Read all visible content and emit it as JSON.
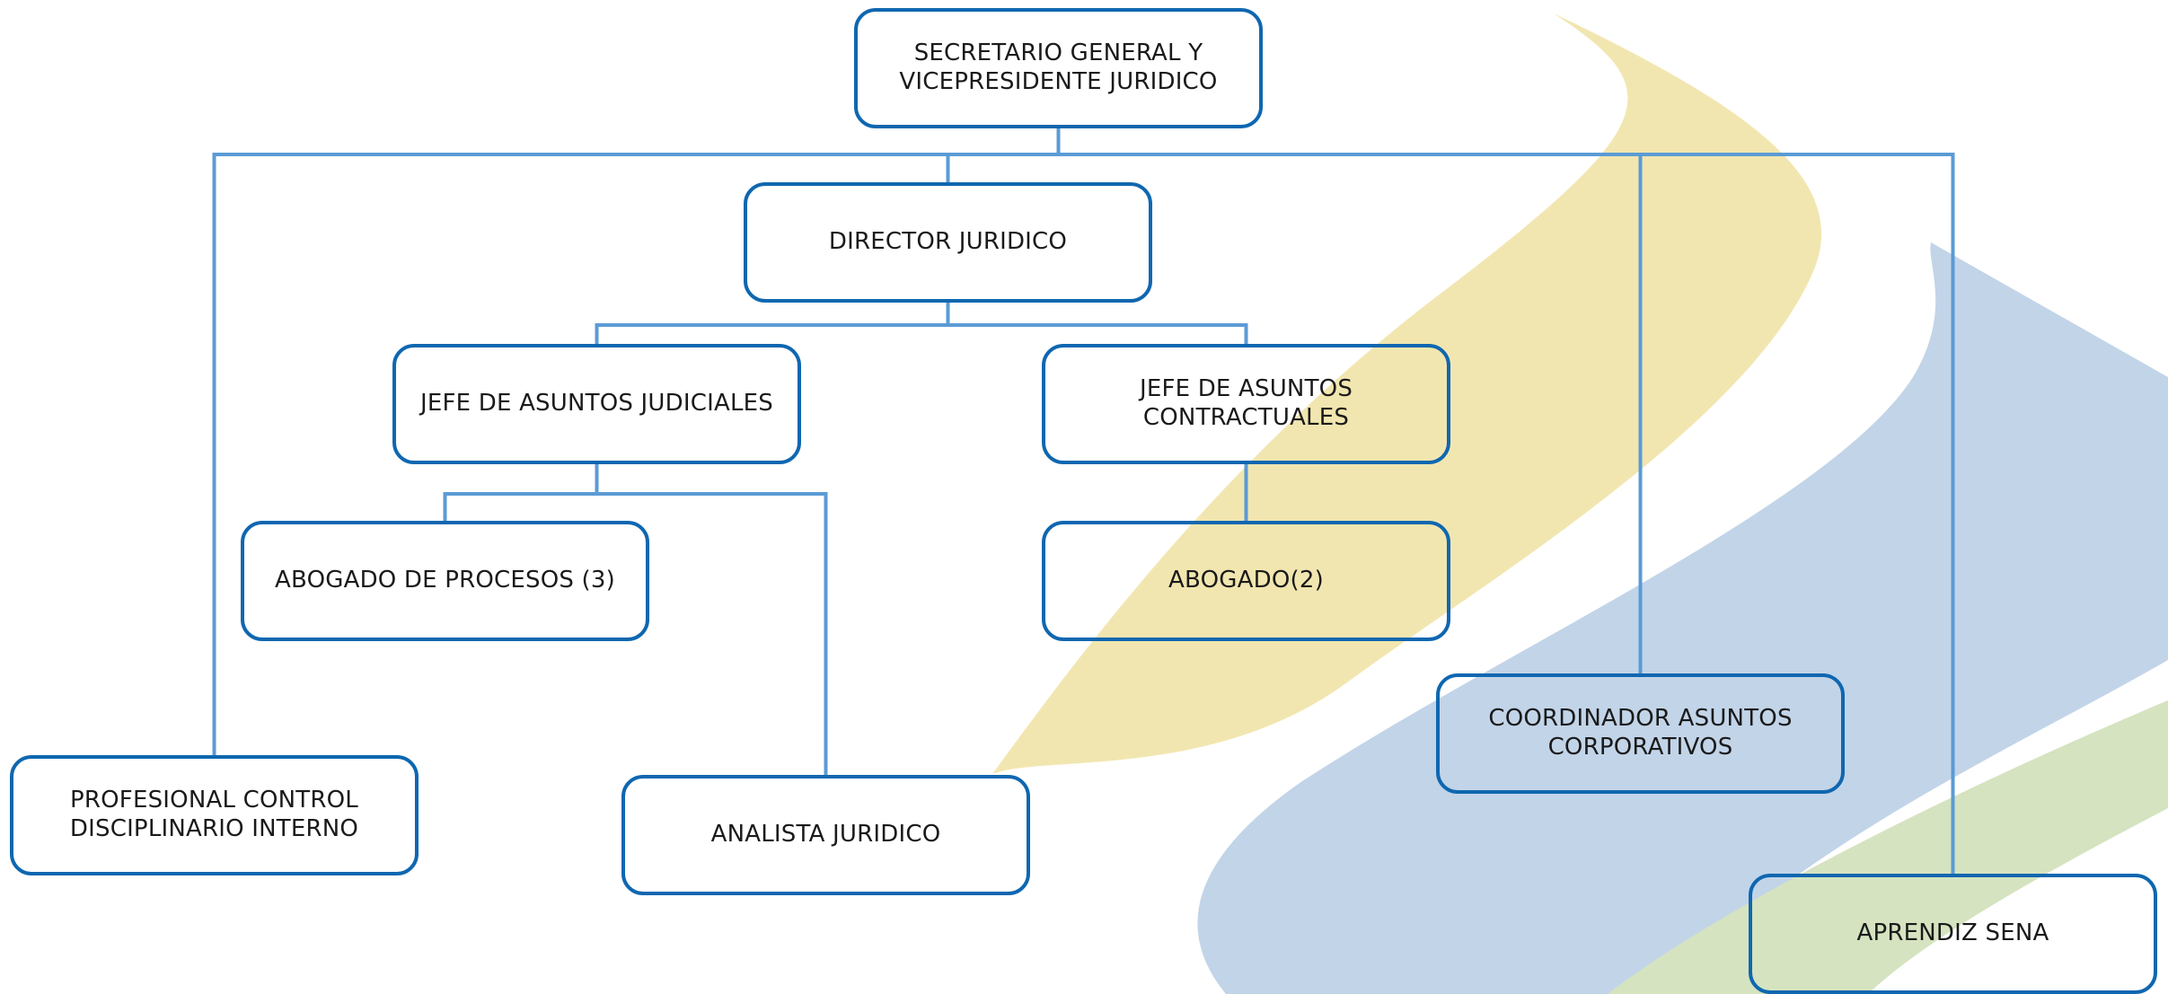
{
  "colors": {
    "box_border": "#0f67b0",
    "connector": "#5b9bd5",
    "swoosh_yellow": "#f2e6b0",
    "swoosh_blue": "#c2d4e8",
    "swoosh_green": "#d5e3c0"
  },
  "nodes": {
    "secretario": "SECRETARIO GENERAL Y\nVICEPRESIDENTE JURIDICO",
    "director": "DIRECTOR JURIDICO",
    "jefe_judiciales": "JEFE DE ASUNTOS JUDICIALES",
    "jefe_contractuales": "JEFE DE ASUNTOS\nCONTRACTUALES",
    "abogado_procesos": "ABOGADO DE PROCESOS (3)",
    "abogado": "ABOGADO(2)",
    "coordinador": "COORDINADOR ASUNTOS\nCORPORATIVOS",
    "profesional": "PROFESIONAL CONTROL\nDISCIPLINARIO INTERNO",
    "analista": "ANALISTA JURIDICO",
    "aprendiz": "APRENDIZ SENA"
  },
  "edges": [
    [
      "secretario",
      "director"
    ],
    [
      "secretario",
      "profesional"
    ],
    [
      "secretario",
      "coordinador"
    ],
    [
      "secretario",
      "aprendiz"
    ],
    [
      "director",
      "jefe_judiciales"
    ],
    [
      "director",
      "jefe_contractuales"
    ],
    [
      "jefe_judiciales",
      "abogado_procesos"
    ],
    [
      "jefe_judiciales",
      "analista"
    ],
    [
      "jefe_contractuales",
      "abogado"
    ]
  ]
}
